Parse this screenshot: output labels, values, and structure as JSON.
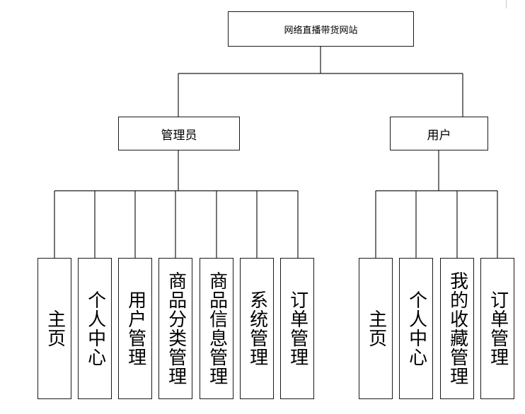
{
  "root": {
    "label": "网络直播带货网站"
  },
  "branches": [
    {
      "id": "admin",
      "label": "管理员",
      "children": [
        "主页",
        "个人中心",
        "用户管理",
        "商品分类管理",
        "商品信息管理",
        "系统管理",
        "订单管理"
      ]
    },
    {
      "id": "user",
      "label": "用户",
      "children": [
        "主页",
        "个人中心",
        "我的收藏管理",
        "订单管理"
      ]
    }
  ]
}
